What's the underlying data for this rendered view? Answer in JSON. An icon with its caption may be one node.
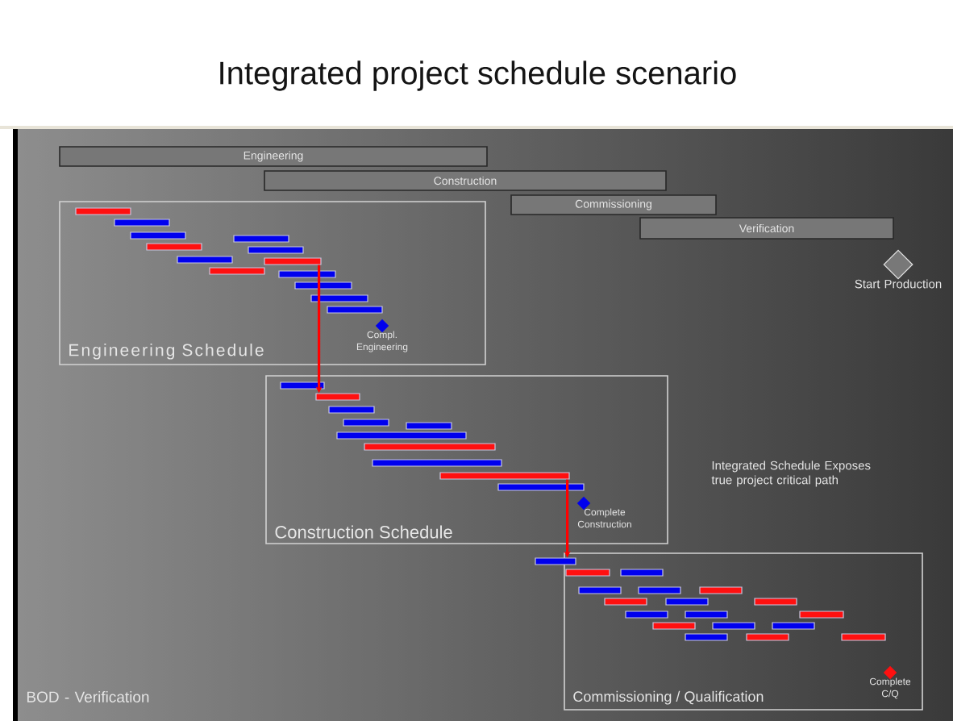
{
  "diagram": {
    "title": "Integrated project schedule scenario",
    "nodes": [
      {
        "text": [
          "Engineering"
        ]
      },
      {
        "text": [
          "Construction"
        ]
      },
      {
        "text": [
          "Commissioning"
        ]
      },
      {
        "text": [
          "Verification"
        ]
      },
      {
        "text": [],
        "shape": "diamond",
        "beside": [
          "Start Production"
        ]
      },
      {
        "text": [
          "Engineering Schedule"
        ]
      },
      {
        "text": [],
        "shape": "bar",
        "in": 5
      },
      {
        "text": [],
        "shape": "bar",
        "in": 5
      },
      {
        "text": [],
        "shape": "bar",
        "in": 5
      },
      {
        "text": [],
        "shape": "bar",
        "in": 5
      },
      {
        "text": [],
        "shape": "bar",
        "in": 5
      },
      {
        "text": [],
        "shape": "bar",
        "in": 5
      },
      {
        "text": [],
        "shape": "bar",
        "in": 5
      },
      {
        "text": [],
        "shape": "bar",
        "in": 5
      },
      {
        "text": [],
        "shape": "bar",
        "in": 5
      },
      {
        "text": [],
        "shape": "bar",
        "in": 5
      },
      {
        "text": [],
        "shape": "bar",
        "in": 5
      },
      {
        "text": [],
        "shape": "bar",
        "in": 5
      },
      {
        "text": [],
        "shape": "bar",
        "in": 5
      },
      {
        "text": [],
        "shape": "diamond",
        "in": 5,
        "beside": [
          "Compl. Engineering"
        ]
      },
      {
        "text": [
          "Construction Schedule"
        ]
      },
      {
        "text": [],
        "shape": "bar",
        "in": 20
      },
      {
        "text": [],
        "shape": "bar",
        "in": 20
      },
      {
        "text": [],
        "shape": "bar",
        "in": 20
      },
      {
        "text": [],
        "shape": "bar",
        "in": 20
      },
      {
        "text": [],
        "shape": "bar",
        "in": 20
      },
      {
        "text": [],
        "shape": "bar",
        "in": 20
      },
      {
        "text": [],
        "shape": "bar",
        "in": 20
      },
      {
        "text": [],
        "shape": "bar",
        "in": 20
      },
      {
        "text": [],
        "shape": "bar",
        "in": 20
      },
      {
        "text": [],
        "shape": "bar",
        "in": 20
      },
      {
        "text": [],
        "shape": "diamond",
        "in": 20,
        "beside": [
          "Complete Construction"
        ]
      },
      {
        "text": [
          "Commissioning / Qualification"
        ]
      },
      {
        "text": [],
        "shape": "bar"
      },
      {
        "text": [],
        "shape": "bar",
        "in": 32
      },
      {
        "text": [],
        "shape": "bar",
        "in": 32
      },
      {
        "text": [],
        "shape": "bar",
        "in": 32
      },
      {
        "text": [],
        "shape": "bar",
        "in": 32
      },
      {
        "text": [],
        "shape": "bar",
        "in": 32
      },
      {
        "text": [],
        "shape": "bar",
        "in": 32
      },
      {
        "text": [],
        "shape": "bar",
        "in": 32
      },
      {
        "text": [],
        "shape": "bar",
        "in": 32
      },
      {
        "text": [],
        "shape": "bar",
        "in": 32
      },
      {
        "text": [],
        "shape": "bar",
        "in": 32
      },
      {
        "text": [],
        "shape": "bar",
        "in": 32
      },
      {
        "text": [],
        "shape": "bar",
        "in": 32
      },
      {
        "text": [],
        "shape": "bar",
        "in": 32
      },
      {
        "text": [],
        "shape": "bar",
        "in": 32
      },
      {
        "text": [],
        "shape": "bar",
        "in": 32
      },
      {
        "text": [],
        "shape": "bar",
        "in": 32
      },
      {
        "text": [],
        "shape": "bar",
        "in": 32
      },
      {
        "text": [],
        "shape": "diamond",
        "in": 32,
        "beside": [
          "Complete C/Q"
        ]
      }
    ],
    "edges": [
      {
        "from": 14,
        "to": 22,
        "arrow": "to"
      },
      {
        "from": 29,
        "to": 33,
        "arrow": "to"
      }
    ],
    "labels": [
      "Integrated Schedule Exposes true project critical path",
      "BOD - Verification"
    ]
  }
}
